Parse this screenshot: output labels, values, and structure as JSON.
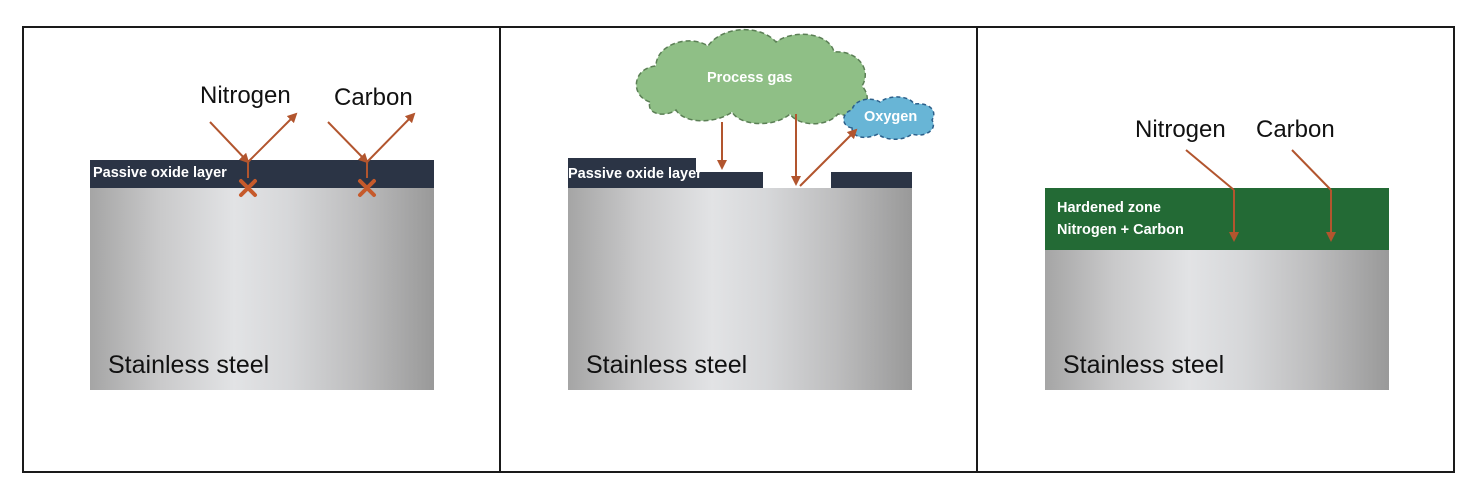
{
  "panel1": {
    "gas_left": "Nitrogen",
    "gas_right": "Carbon",
    "layer_label": "Passive oxide layer",
    "substrate_label": "Stainless steel"
  },
  "panel2": {
    "cloud_large_label": "Process gas",
    "cloud_small_label": "Oxygen",
    "layer_label": "Passive oxide layer",
    "substrate_label": "Stainless steel"
  },
  "panel3": {
    "gas_left": "Nitrogen",
    "gas_right": "Carbon",
    "zone_line1": "Hardened zone",
    "zone_line2": "Nitrogen + Carbon",
    "substrate_label": "Stainless steel"
  },
  "colors": {
    "arrow": "#b2552e",
    "block_mark": "#c65a2b",
    "oxide": "#2b3445",
    "hardened": "#236a35",
    "cloud_process": "#8fbf86",
    "cloud_oxygen": "#68b5d6"
  }
}
